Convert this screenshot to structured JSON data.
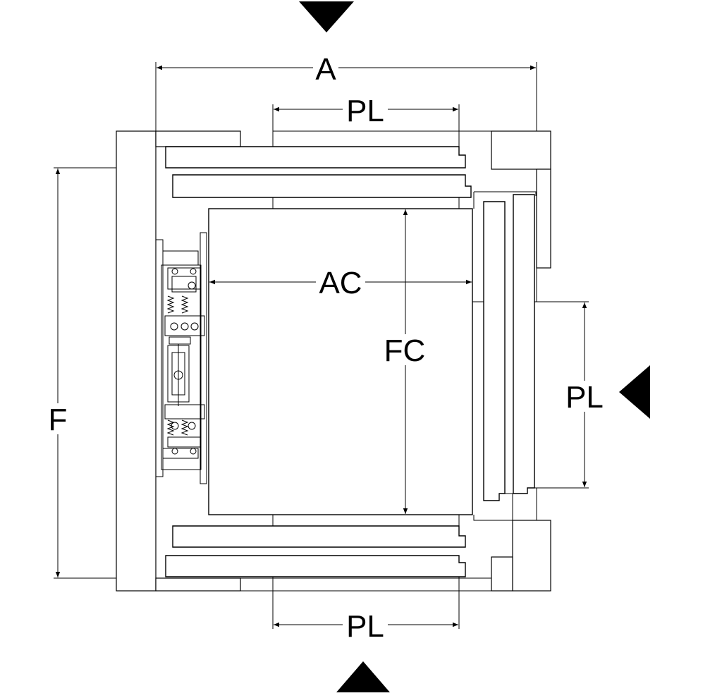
{
  "diagram": {
    "labels": {
      "overall_width": "A",
      "front_opening": "PL",
      "right_opening": "PL",
      "rear_opening": "PL",
      "car_width": "AC",
      "car_depth": "FC",
      "overall_depth": "F"
    },
    "entrance_markers": [
      "top",
      "right",
      "bottom"
    ],
    "colors": {
      "line": "#000000",
      "background": "#ffffff"
    }
  }
}
